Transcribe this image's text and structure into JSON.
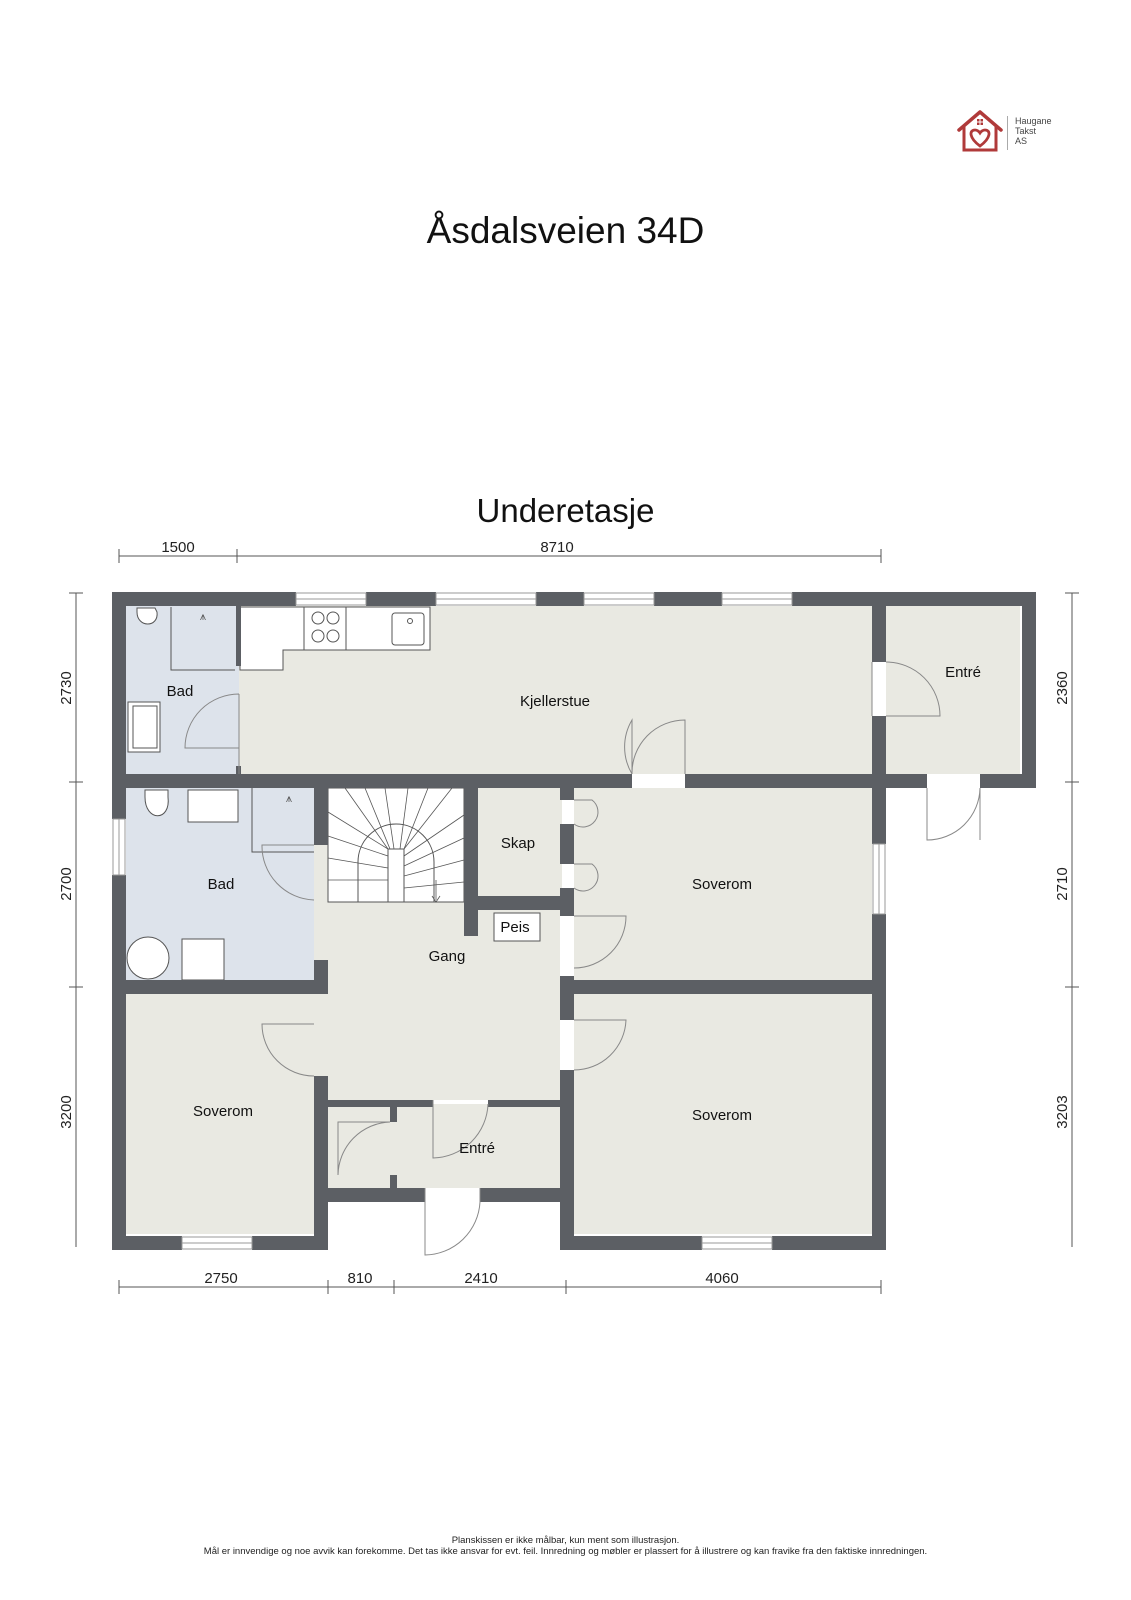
{
  "logo": {
    "icon": "house-heart-icon",
    "lines": [
      "Haugane",
      "Takst",
      "AS"
    ],
    "color": "#b03a3a"
  },
  "title": "Åsdalsveien 34D",
  "floor": {
    "name": "Underetasje",
    "rooms": [
      {
        "id": "bad_1",
        "label": "Bad"
      },
      {
        "id": "kjellerstue",
        "label": "Kjellerstue"
      },
      {
        "id": "entre_east",
        "label": "Entré"
      },
      {
        "id": "bad_2",
        "label": "Bad"
      },
      {
        "id": "skap",
        "label": "Skap"
      },
      {
        "id": "peis",
        "label": "Peis"
      },
      {
        "id": "gang",
        "label": "Gang"
      },
      {
        "id": "soverom_east",
        "label": "Soverom"
      },
      {
        "id": "soverom_west",
        "label": "Soverom"
      },
      {
        "id": "entre_south",
        "label": "Entré"
      },
      {
        "id": "soverom_southeast",
        "label": "Soverom"
      }
    ],
    "dimensions": {
      "top": [
        "1500",
        "8710"
      ],
      "bottom": [
        "2750",
        "810",
        "2410",
        "4060"
      ],
      "left": [
        "2730",
        "2700",
        "3200"
      ],
      "right": [
        "2360",
        "2710",
        "3203"
      ]
    },
    "colors": {
      "wall": "#5c5f64",
      "floor": "#e9e9e2",
      "wet_room": "#dde3eb"
    }
  },
  "footer": {
    "line1": "Planskissen er ikke målbar, kun ment som illustrasjon.",
    "line2": "Mål er innvendige og noe avvik kan forekomme. Det tas ikke ansvar for evt. feil. Innredning og møbler er plassert for å illustrere og kan fravike fra den faktiske innredningen."
  }
}
